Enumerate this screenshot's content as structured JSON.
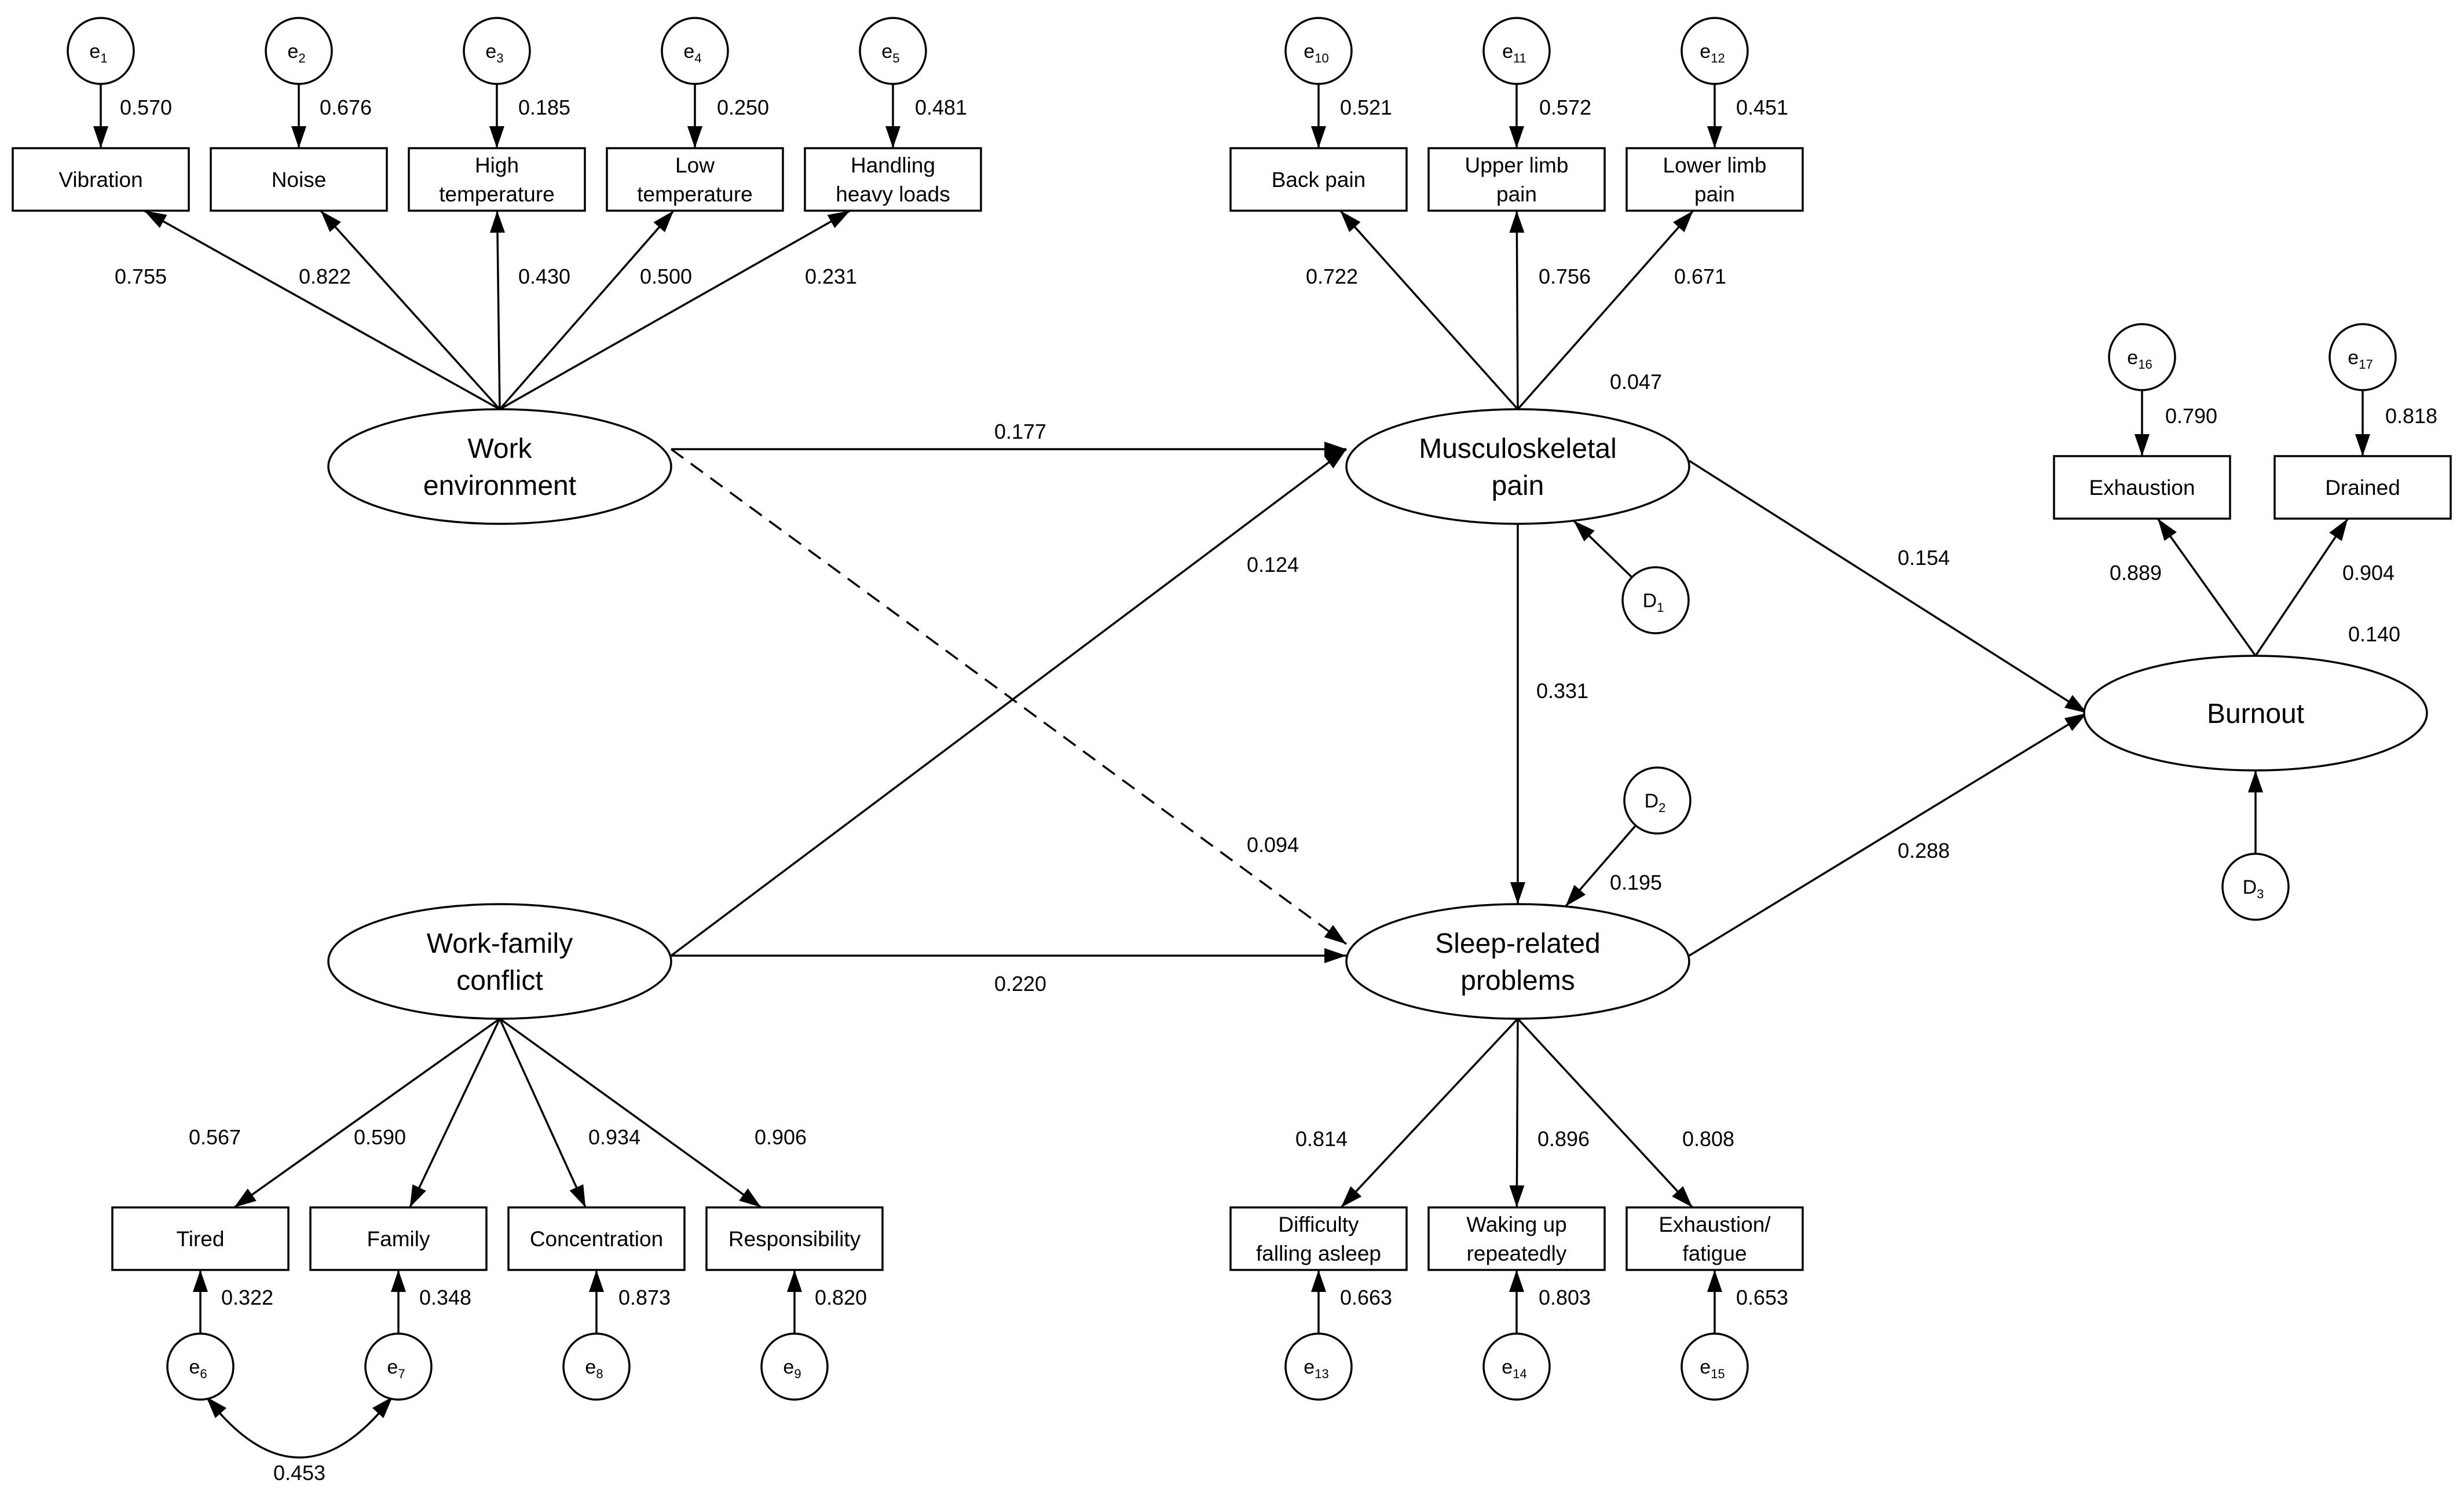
{
  "observed": [
    {
      "id": "vibration",
      "lines": [
        "Vibration"
      ]
    },
    {
      "id": "noise",
      "lines": [
        "Noise"
      ]
    },
    {
      "id": "high-temperature",
      "lines": [
        "High",
        "temperature"
      ]
    },
    {
      "id": "low-temperature",
      "lines": [
        "Low",
        "temperature"
      ]
    },
    {
      "id": "handling-heavy-loads",
      "lines": [
        "Handling",
        "heavy loads"
      ]
    },
    {
      "id": "back-pain",
      "lines": [
        "Back pain"
      ]
    },
    {
      "id": "upper-limb-pain",
      "lines": [
        "Upper limb",
        "pain"
      ]
    },
    {
      "id": "lower-limb-pain",
      "lines": [
        "Lower limb",
        "pain"
      ]
    },
    {
      "id": "exhaustion",
      "lines": [
        "Exhaustion"
      ]
    },
    {
      "id": "drained",
      "lines": [
        "Drained"
      ]
    },
    {
      "id": "tired",
      "lines": [
        "Tired"
      ]
    },
    {
      "id": "family",
      "lines": [
        "Family"
      ]
    },
    {
      "id": "concentration",
      "lines": [
        "Concentration"
      ]
    },
    {
      "id": "responsibility",
      "lines": [
        "Responsibility"
      ]
    },
    {
      "id": "difficulty-falling-asleep",
      "lines": [
        "Difficulty",
        "falling asleep"
      ]
    },
    {
      "id": "waking-up-repeatedly",
      "lines": [
        "Waking up",
        "repeatedly"
      ]
    },
    {
      "id": "exhaustion-fatigue",
      "lines": [
        "Exhaustion/",
        "fatigue"
      ]
    }
  ],
  "latent": [
    {
      "id": "work-environment",
      "lines": [
        "Work",
        "environment"
      ]
    },
    {
      "id": "musculoskeletal-pain",
      "lines": [
        "Musculoskeletal",
        "pain"
      ]
    },
    {
      "id": "work-family-conflict",
      "lines": [
        "Work-family",
        "conflict"
      ]
    },
    {
      "id": "sleep-related-problems",
      "lines": [
        "Sleep-related",
        "problems"
      ]
    },
    {
      "id": "burnout",
      "lines": [
        "Burnout"
      ]
    }
  ],
  "errors": [
    {
      "id": "e1",
      "base": "e",
      "sub": "1"
    },
    {
      "id": "e2",
      "base": "e",
      "sub": "2"
    },
    {
      "id": "e3",
      "base": "e",
      "sub": "3"
    },
    {
      "id": "e4",
      "base": "e",
      "sub": "4"
    },
    {
      "id": "e5",
      "base": "e",
      "sub": "5"
    },
    {
      "id": "e10",
      "base": "e",
      "sub": "10"
    },
    {
      "id": "e11",
      "base": "e",
      "sub": "11"
    },
    {
      "id": "e12",
      "base": "e",
      "sub": "12"
    },
    {
      "id": "e16",
      "base": "e",
      "sub": "16"
    },
    {
      "id": "e17",
      "base": "e",
      "sub": "17"
    },
    {
      "id": "d1",
      "base": "D",
      "sub": "1"
    },
    {
      "id": "d2",
      "base": "D",
      "sub": "2"
    },
    {
      "id": "d3",
      "base": "D",
      "sub": "3"
    },
    {
      "id": "e6",
      "base": "e",
      "sub": "6"
    },
    {
      "id": "e7",
      "base": "e",
      "sub": "7"
    },
    {
      "id": "e8",
      "base": "e",
      "sub": "8"
    },
    {
      "id": "e9",
      "base": "e",
      "sub": "9"
    },
    {
      "id": "e13",
      "base": "e",
      "sub": "13"
    },
    {
      "id": "e14",
      "base": "e",
      "sub": "14"
    },
    {
      "id": "e15",
      "base": "e",
      "sub": "15"
    }
  ],
  "paths": [
    {
      "id": "e1-vibration",
      "from": "e1",
      "to": "vibration",
      "value": "0.570"
    },
    {
      "id": "e2-noise",
      "from": "e2",
      "to": "noise",
      "value": "0.676"
    },
    {
      "id": "e3-high-temperature",
      "from": "e3",
      "to": "high-temperature",
      "value": "0.185"
    },
    {
      "id": "e4-low-temperature",
      "from": "e4",
      "to": "low-temperature",
      "value": "0.250"
    },
    {
      "id": "e5-handling-heavy-loads",
      "from": "e5",
      "to": "handling-heavy-loads",
      "value": "0.481"
    },
    {
      "id": "e10-back-pain",
      "from": "e10",
      "to": "back-pain",
      "value": "0.521"
    },
    {
      "id": "e11-upper-limb-pain",
      "from": "e11",
      "to": "upper-limb-pain",
      "value": "0.572"
    },
    {
      "id": "e12-lower-limb-pain",
      "from": "e12",
      "to": "lower-limb-pain",
      "value": "0.451"
    },
    {
      "id": "e16-exhaustion",
      "from": "e16",
      "to": "exhaustion",
      "value": "0.790"
    },
    {
      "id": "e17-drained",
      "from": "e17",
      "to": "drained",
      "value": "0.818"
    },
    {
      "id": "workenv-vibration",
      "from": "work-environment",
      "to": "vibration",
      "value": "0.755"
    },
    {
      "id": "workenv-noise",
      "from": "work-environment",
      "to": "noise",
      "value": "0.822"
    },
    {
      "id": "workenv-high-temperature",
      "from": "work-environment",
      "to": "high-temperature",
      "value": "0.430"
    },
    {
      "id": "workenv-low-temperature",
      "from": "work-environment",
      "to": "low-temperature",
      "value": "0.500"
    },
    {
      "id": "workenv-handling-heavy-loads",
      "from": "work-environment",
      "to": "handling-heavy-loads",
      "value": "0.231"
    },
    {
      "id": "msk-back-pain",
      "from": "musculoskeletal-pain",
      "to": "back-pain",
      "value": "0.722"
    },
    {
      "id": "msk-upper-limb-pain",
      "from": "musculoskeletal-pain",
      "to": "upper-limb-pain",
      "value": "0.756"
    },
    {
      "id": "msk-lower-limb-pain",
      "from": "musculoskeletal-pain",
      "to": "lower-limb-pain",
      "value": "0.671"
    },
    {
      "id": "burnout-exhaustion",
      "from": "burnout",
      "to": "exhaustion",
      "value": "0.889"
    },
    {
      "id": "burnout-drained",
      "from": "burnout",
      "to": "drained",
      "value": "0.904"
    },
    {
      "id": "workenv-msk",
      "from": "work-environment",
      "to": "musculoskeletal-pain",
      "value": "0.177"
    },
    {
      "id": "workenv-sleep",
      "from": "work-environment",
      "to": "sleep-related-problems",
      "value": "0.094",
      "dashed": true
    },
    {
      "id": "wfc-msk",
      "from": "work-family-conflict",
      "to": "musculoskeletal-pain",
      "value": "0.124"
    },
    {
      "id": "wfc-sleep",
      "from": "work-family-conflict",
      "to": "sleep-related-problems",
      "value": "0.220"
    },
    {
      "id": "msk-sleep",
      "from": "musculoskeletal-pain",
      "to": "sleep-related-problems",
      "value": "0.331"
    },
    {
      "id": "msk-burnout",
      "from": "musculoskeletal-pain",
      "to": "burnout",
      "value": "0.154"
    },
    {
      "id": "sleep-burnout",
      "from": "sleep-related-problems",
      "to": "burnout",
      "value": "0.288"
    },
    {
      "id": "d1-msk",
      "from": "d1",
      "to": "musculoskeletal-pain",
      "value": ""
    },
    {
      "id": "d2-sleep",
      "from": "d2",
      "to": "sleep-related-problems",
      "value": ""
    },
    {
      "id": "d3-burnout",
      "from": "d3",
      "to": "burnout",
      "value": ""
    },
    {
      "id": "wfc-tired",
      "from": "work-family-conflict",
      "to": "tired",
      "value": "0.567"
    },
    {
      "id": "wfc-family",
      "from": "work-family-conflict",
      "to": "family",
      "value": "0.590"
    },
    {
      "id": "wfc-concentration",
      "from": "work-family-conflict",
      "to": "concentration",
      "value": "0.934"
    },
    {
      "id": "wfc-responsibility",
      "from": "work-family-conflict",
      "to": "responsibility",
      "value": "0.906"
    },
    {
      "id": "sleep-difficulty",
      "from": "sleep-related-problems",
      "to": "difficulty-falling-asleep",
      "value": "0.814"
    },
    {
      "id": "sleep-waking",
      "from": "sleep-related-problems",
      "to": "waking-up-repeatedly",
      "value": "0.896"
    },
    {
      "id": "sleep-exhaustion-fatigue",
      "from": "sleep-related-problems",
      "to": "exhaustion-fatigue",
      "value": "0.808"
    },
    {
      "id": "e6-tired",
      "from": "e6",
      "to": "tired",
      "value": "0.322"
    },
    {
      "id": "e7-family",
      "from": "e7",
      "to": "family",
      "value": "0.348"
    },
    {
      "id": "e8-concentration",
      "from": "e8",
      "to": "concentration",
      "value": "0.873"
    },
    {
      "id": "e9-responsibility",
      "from": "e9",
      "to": "responsibility",
      "value": "0.820"
    },
    {
      "id": "e13-difficulty",
      "from": "e13",
      "to": "difficulty-falling-asleep",
      "value": "0.663"
    },
    {
      "id": "e14-waking",
      "from": "e14",
      "to": "waking-up-repeatedly",
      "value": "0.803"
    },
    {
      "id": "e15-exhaustion-fatigue",
      "from": "e15",
      "to": "exhaustion-fatigue",
      "value": "0.653"
    },
    {
      "id": "e6-e7-covariance",
      "from": "e6",
      "to": "e7",
      "value": "0.453",
      "covariance": true
    }
  ],
  "r_squared": [
    {
      "id": "msk-r2",
      "target": "musculoskeletal-pain",
      "value": "0.047"
    },
    {
      "id": "sleep-r2",
      "target": "sleep-related-problems",
      "value": "0.195"
    },
    {
      "id": "burnout-r2",
      "target": "burnout",
      "value": "0.140"
    }
  ]
}
